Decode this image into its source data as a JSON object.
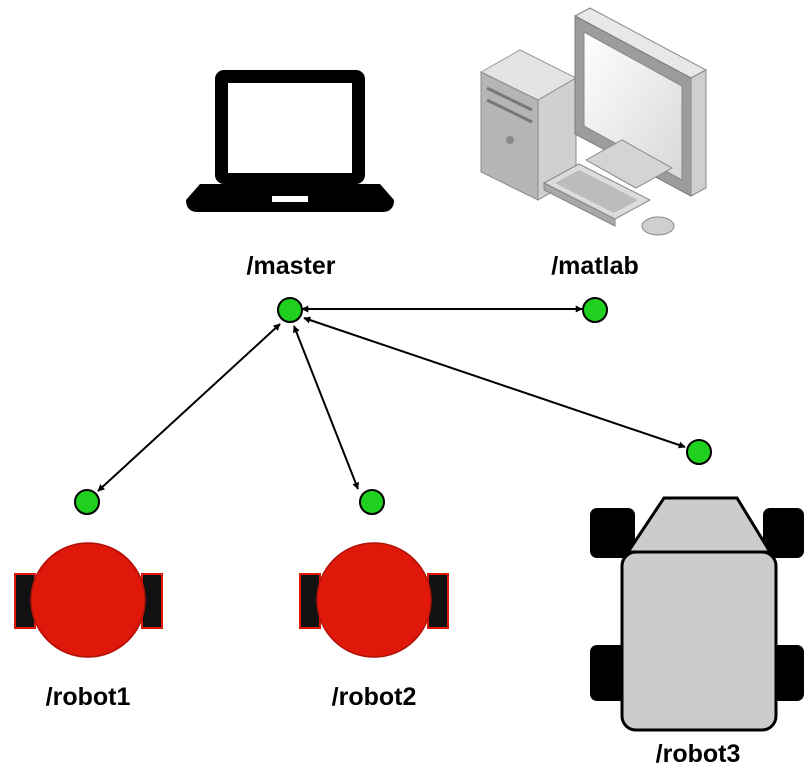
{
  "nodes": {
    "master": {
      "label": "/master",
      "device": "laptop-icon"
    },
    "matlab": {
      "label": "/matlab",
      "device": "desktop-computer-icon"
    },
    "robot1": {
      "label": "/robot1",
      "device": "round-red-robot-icon"
    },
    "robot2": {
      "label": "/robot2",
      "device": "round-red-robot-icon"
    },
    "robot3": {
      "label": "/robot3",
      "device": "four-wheel-rover-icon"
    }
  },
  "connections": [
    {
      "from": "master",
      "to": "matlab",
      "direction": "bidirectional"
    },
    {
      "from": "master",
      "to": "robot1",
      "direction": "bidirectional"
    },
    {
      "from": "master",
      "to": "robot2",
      "direction": "bidirectional"
    },
    {
      "from": "master",
      "to": "robot3",
      "direction": "bidirectional"
    }
  ],
  "colors": {
    "node_dot": "#1fd01f",
    "node_dot_outline": "#000000",
    "round_robot_body": "#e0180a",
    "rover_body": "#cccccc",
    "wheel": "#111111",
    "arrow": "#000000"
  }
}
